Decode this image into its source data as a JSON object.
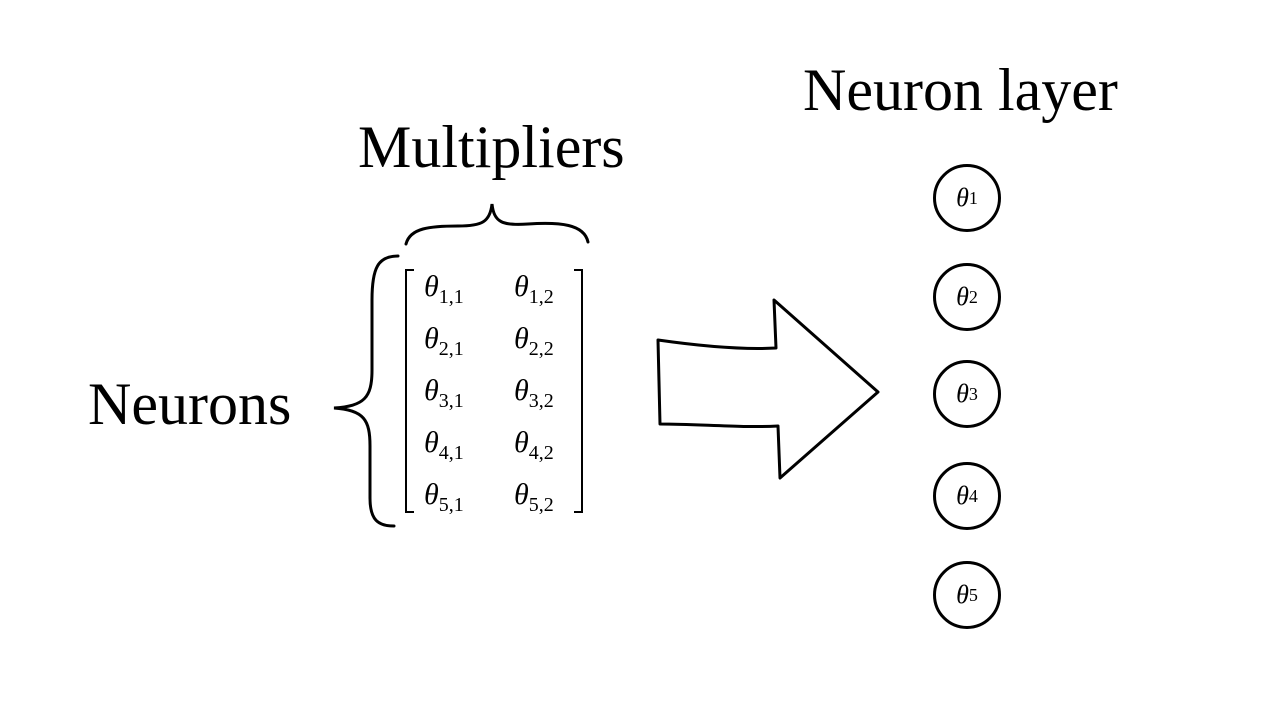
{
  "labels": {
    "neurons": "Neurons",
    "multipliers": "Multipliers",
    "neuron_layer": "Neuron layer"
  },
  "symbol": "θ",
  "matrix": [
    [
      "1,1",
      "1,2"
    ],
    [
      "2,1",
      "2,2"
    ],
    [
      "3,1",
      "3,2"
    ],
    [
      "4,1",
      "4,2"
    ],
    [
      "5,1",
      "5,2"
    ]
  ],
  "layer_nodes": [
    "1",
    "2",
    "3",
    "4",
    "5"
  ]
}
